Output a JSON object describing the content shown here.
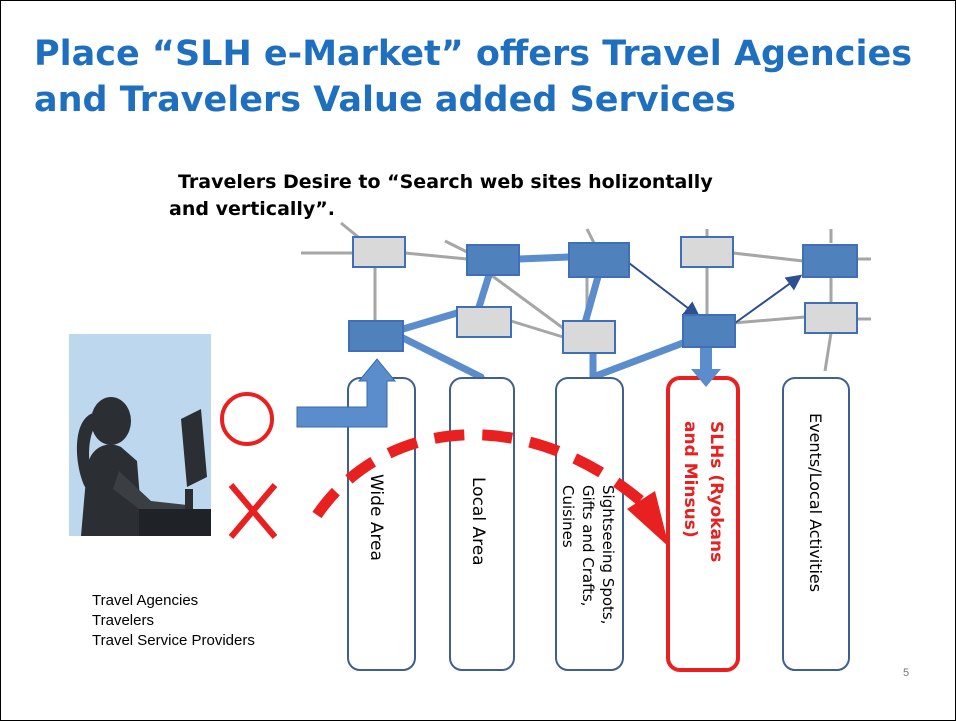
{
  "slide": {
    "title": [
      "Place “SLH e-Market” offers Travel Agencies",
      "and Travelers Value added Services"
    ],
    "subtitle": [
      "Travelers Desire to “Search web sites holizontally",
      "and vertically”."
    ],
    "columns": [
      {
        "lines": [
          "Wide Area"
        ]
      },
      {
        "lines": [
          "Local Area"
        ]
      },
      {
        "lines": [
          "Sightseeing Spots,",
          "Gifts and Crafts,",
          "Cuisines"
        ]
      },
      {
        "lines": [
          "SLHs (Ryokans",
          "and Minsus)"
        ]
      },
      {
        "lines": [
          "Events/Local Activities"
        ]
      }
    ],
    "users": [
      "Travel Agencies",
      "Travelers",
      "Travel Service Providers"
    ],
    "page_number": "5",
    "colors": {
      "title": "#1f6fc0",
      "highlight": "#e8201f",
      "node_dark": "#4f81bd",
      "node_light": "#d9d9d9",
      "arrow": "#5b8ccc"
    },
    "icons": [
      "silhouette-user-at-computer-icon",
      "circle-ok-icon",
      "cross-ng-icon"
    ]
  }
}
